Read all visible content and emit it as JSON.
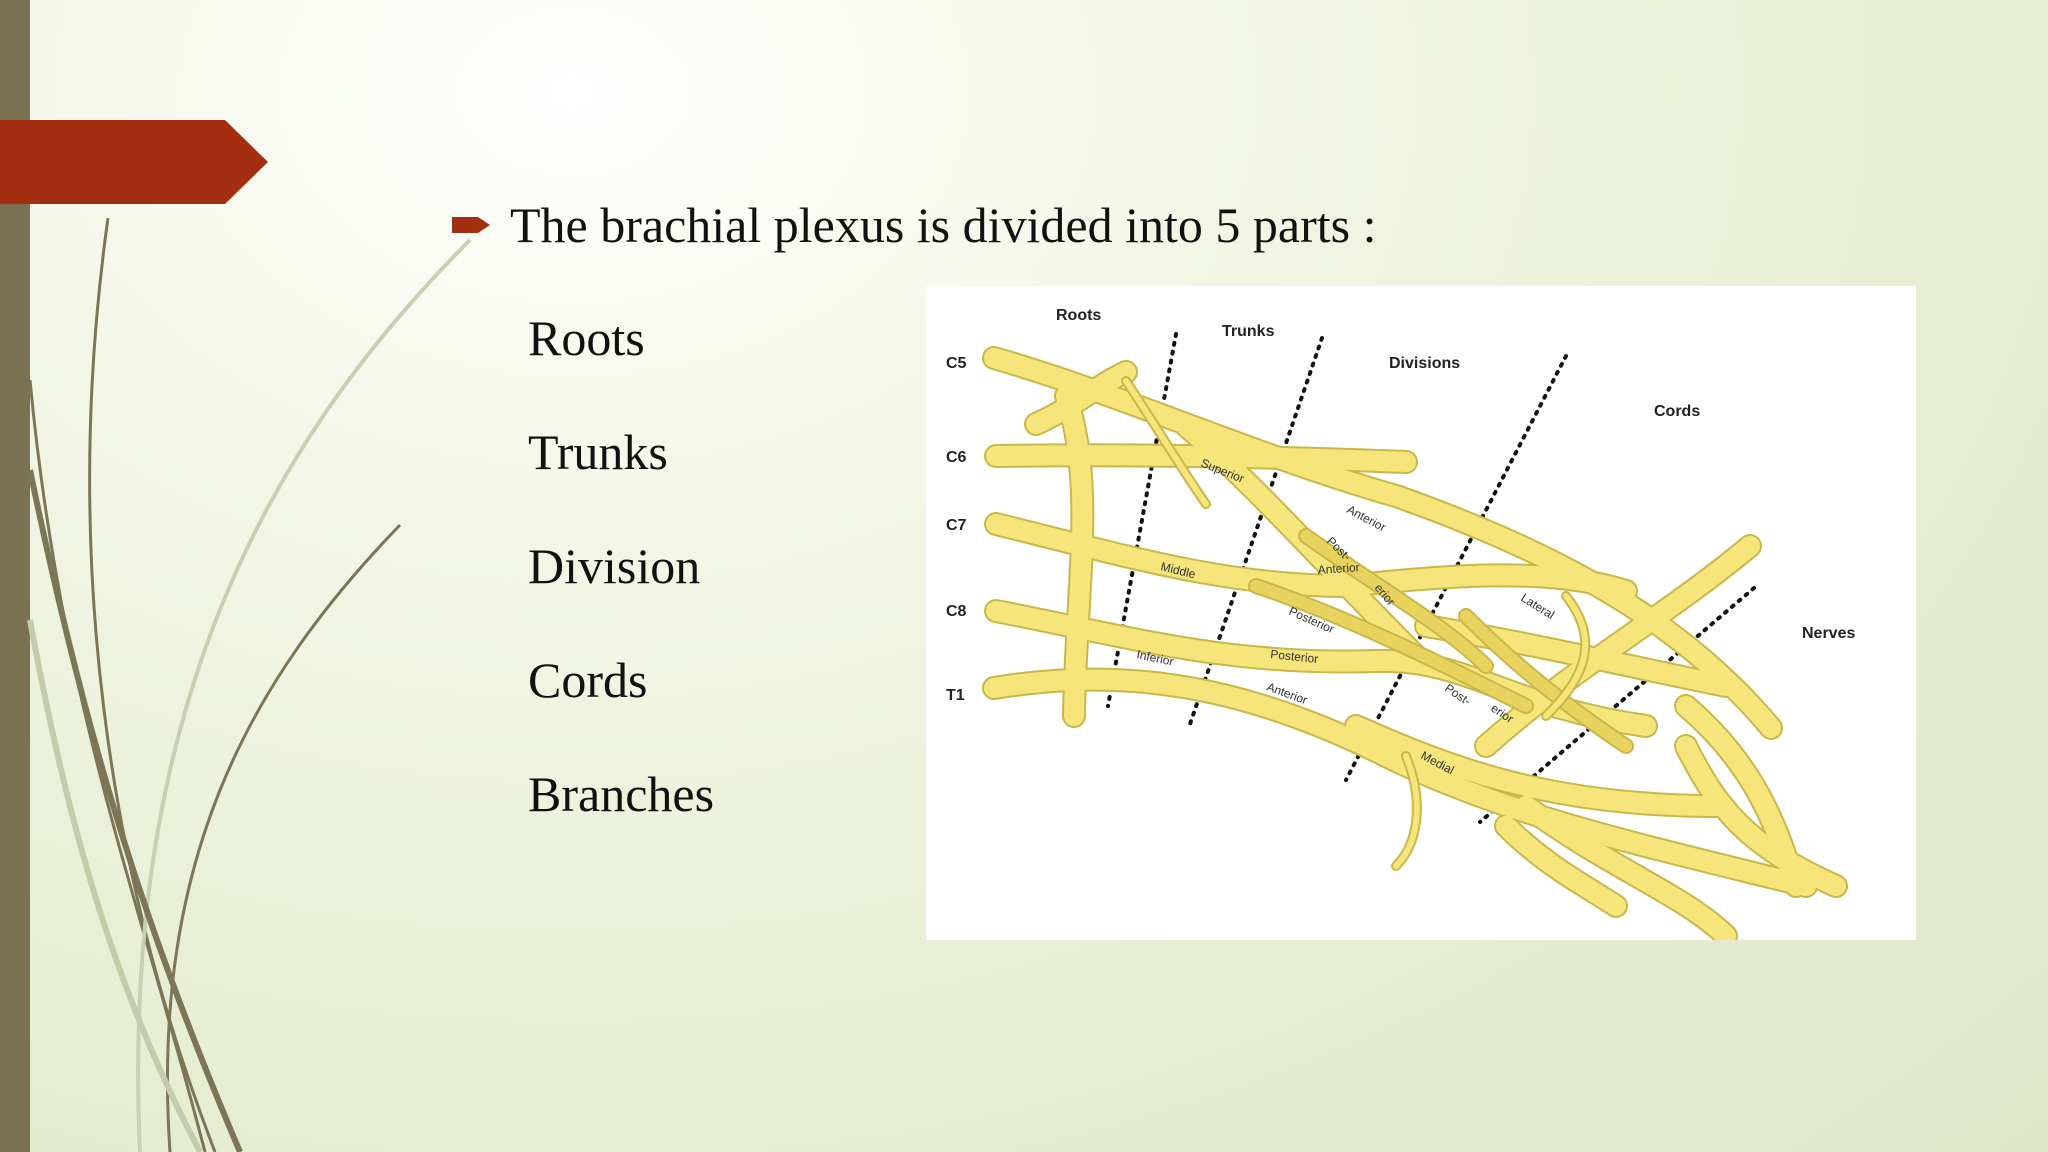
{
  "slide": {
    "heading": "The brachial plexus is divided into 5 parts :",
    "parts": [
      "Roots",
      "Trunks",
      "Division",
      "Cords",
      "Branches"
    ]
  },
  "diagram": {
    "column_labels": {
      "roots": "Roots",
      "trunks": "Trunks",
      "divisions": "Divisions",
      "cords": "Cords",
      "nerves": "Nerves"
    },
    "spinal_levels": [
      "C5",
      "C6",
      "C7",
      "C8",
      "T1"
    ],
    "nerve_labels": {
      "superior": "Superior",
      "middle": "Middle",
      "inferior": "Inferior",
      "anterior_1": "Anterior",
      "anterior_2": "Anterior",
      "anterior_3": "Anterior",
      "posterior_1": "Posterior",
      "posterior_2": "Posterior",
      "post_1": "Post-",
      "erior_1": "erior",
      "post_2": "Post-",
      "erior_2": "erior",
      "lateral": "Lateral",
      "medial": "Medial"
    }
  },
  "colors": {
    "accent": "#a32e12",
    "left_bar": "#7a7253",
    "nerve_fill": "#f5e57a",
    "nerve_stroke": "#c9b74a"
  }
}
